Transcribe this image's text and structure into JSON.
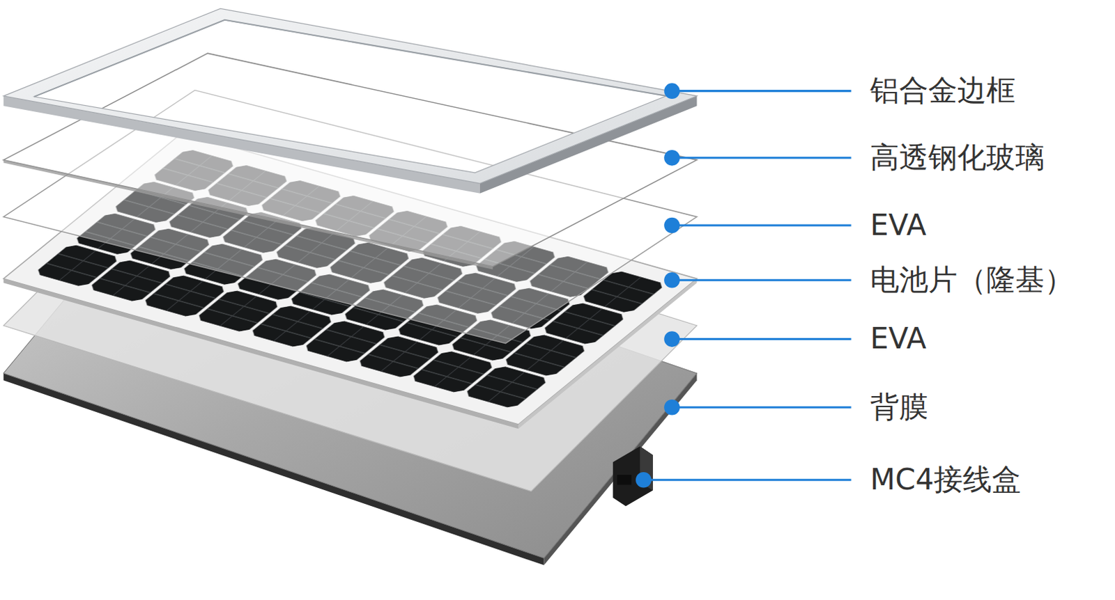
{
  "diagram": {
    "labels": [
      "铝合金边框",
      "高透钢化玻璃",
      "EVA",
      "电池片（隆基）",
      "EVA",
      "背膜",
      "MC4接线盒"
    ]
  }
}
